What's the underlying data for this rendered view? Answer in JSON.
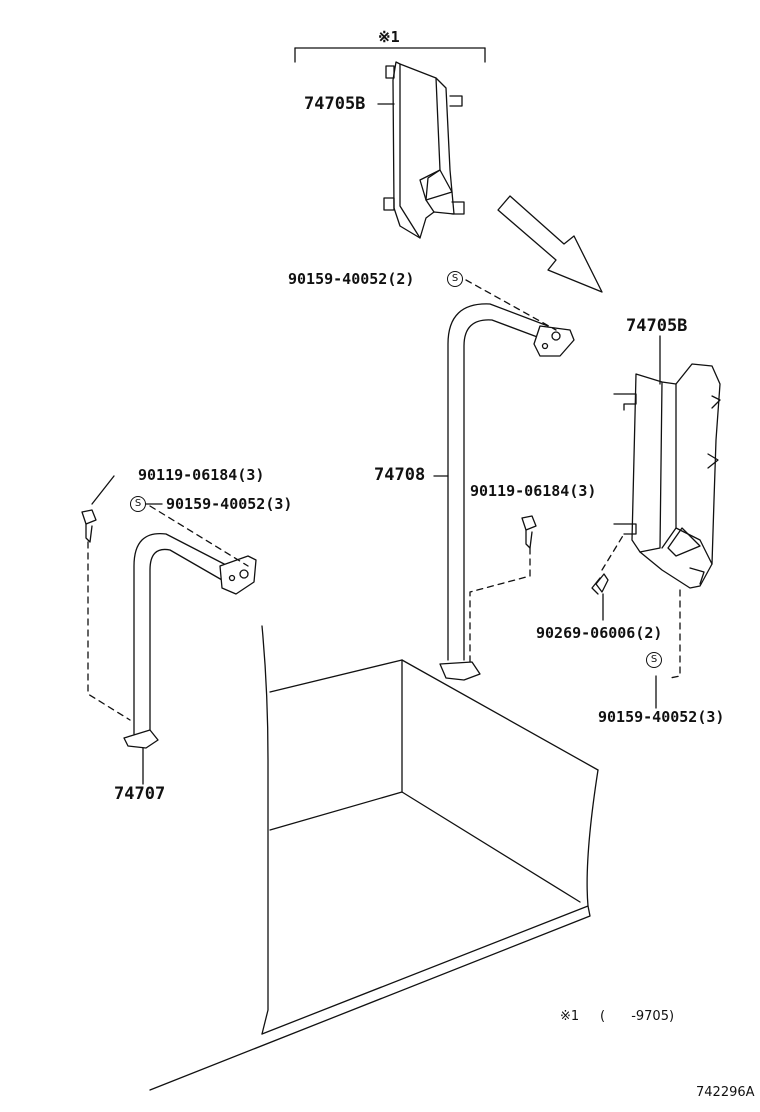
{
  "note_mark": "※1",
  "note_text": "( -9705)",
  "sealant_mark": "S",
  "diagram_id": "742296A",
  "parts": {
    "shield_upper": "74705B",
    "shield_right": "74705B",
    "handle_center": "74708",
    "handle_left": "74707",
    "screw_a": "90159-40052(2)",
    "bolt_left": "90119-06184(3)",
    "screw_left": "90159-40052(3)",
    "bolt_center": "90119-06184(3)",
    "clip_right": "90269-06006(2)",
    "screw_right": "90159-40052(3)"
  }
}
